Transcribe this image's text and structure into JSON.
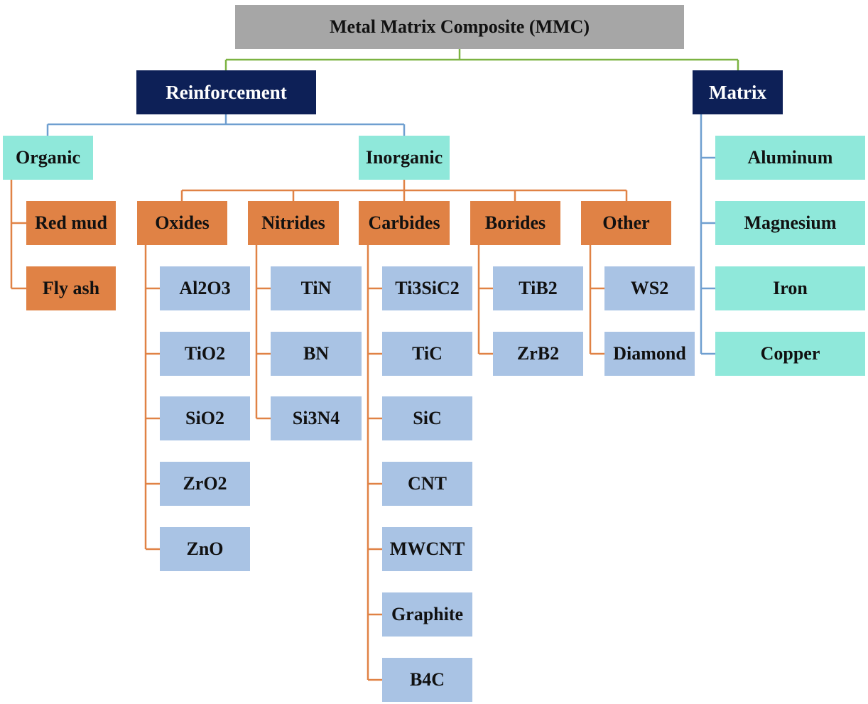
{
  "root": "Metal Matrix Composite (MMC)",
  "reinforcement": {
    "label": "Reinforcement",
    "organic": {
      "label": "Organic",
      "items": [
        "Red mud",
        "Fly ash"
      ]
    },
    "inorganic": {
      "label": "Inorganic",
      "groups": [
        {
          "label": "Oxides",
          "items": [
            "Al2O3",
            "TiO2",
            "SiO2",
            "ZrO2",
            "ZnO"
          ]
        },
        {
          "label": "Nitrides",
          "items": [
            "TiN",
            "BN",
            "Si3N4"
          ]
        },
        {
          "label": "Carbides",
          "items": [
            "Ti3SiC2",
            "TiC",
            "SiC",
            "CNT",
            "MWCNT",
            "Graphite",
            "B4C"
          ]
        },
        {
          "label": "Borides",
          "items": [
            "TiB2",
            "ZrB2"
          ]
        },
        {
          "label": "Other",
          "items": [
            "WS2",
            "Diamond"
          ]
        }
      ]
    }
  },
  "matrix": {
    "label": "Matrix",
    "items": [
      "Aluminum",
      "Magnesium",
      "Iron",
      "Copper"
    ]
  },
  "colors": {
    "root_fill": "#a6a6a6",
    "navy_fill": "#0d2057",
    "teal_fill": "#8fe8da",
    "orange_fill": "#e08245",
    "blue_fill": "#a9c3e4",
    "green_connector": "#7cb342",
    "blue_connector": "#6f9fd0",
    "orange_connector": "#e08245"
  }
}
